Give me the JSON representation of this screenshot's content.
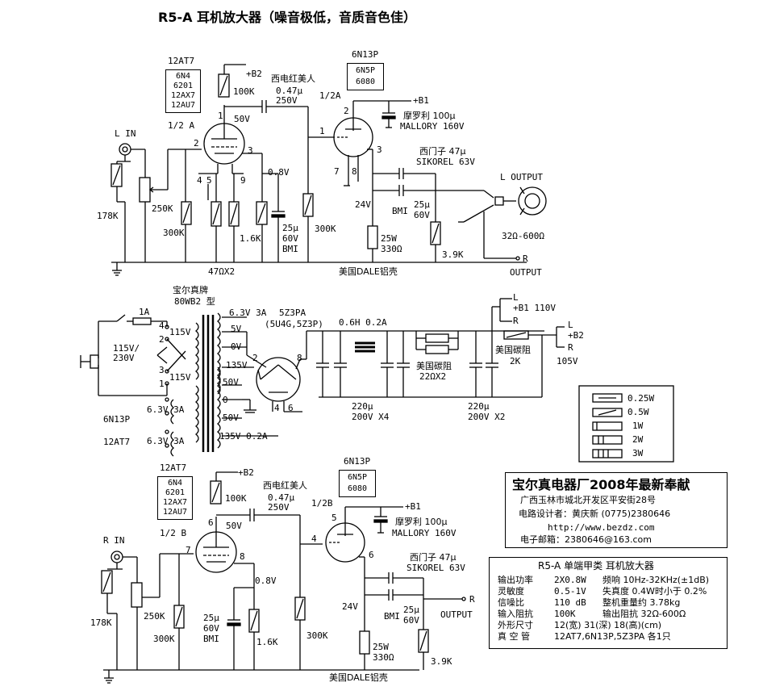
{
  "title": "R5-A 耳机放大器（噪音极低，音质音色佳）",
  "left": {
    "tube1_name": "12AT7",
    "tube1_equivalents": [
      "6N4",
      "6201",
      "12AX7",
      "12AU7"
    ],
    "tube1_half": "1/2 A",
    "tube2_name": "6N13P",
    "tube2_equivalents": [
      "6N5P",
      "6080"
    ],
    "tube2_half": "1/2A",
    "input": "L IN",
    "b2": "+B2",
    "b1": "+B1",
    "r_plate": "100K",
    "cap_coupling_brand": "西电红美人",
    "cap_coupling_value": "0.47μ",
    "cap_coupling_voltage": "250V",
    "v_plate": "50V",
    "v_cathode": "0.8V",
    "v_output_cathode": "24V",
    "cap_b1_brand": "摩罗利 100μ",
    "cap_b1_spec": "MALLORY 160V",
    "cap_out_brand": "西门子  47μ",
    "cap_out_spec": "SIKOREL 63V",
    "cap_bmi_label": "BMI",
    "cap_bmi_value": "25μ",
    "cap_bmi_voltage": "60V",
    "cap_k_value": "25μ",
    "cap_k_voltage": "60V",
    "cap_k_label": "BMI",
    "r_input": "178K",
    "pot": "250K",
    "r_grid": "300K",
    "r_k1": "1.6K",
    "r_g2": "300K",
    "r_k2_power": "25W",
    "r_k2": "330Ω",
    "r_load": "3.9K",
    "filament_res": "47ΩX2",
    "chassis": "美国DALE铝壳",
    "output": "L  OUTPUT",
    "output_r": "R",
    "output_r2": "OUTPUT",
    "impedance": "32Ω-600Ω",
    "pins": [
      "1",
      "2",
      "3",
      "4",
      "5",
      "9",
      "1",
      "2",
      "3",
      "7",
      "8"
    ]
  },
  "power": {
    "transformer_brand": "宝尔真牌",
    "transformer_model": "80WB2 型",
    "fuse": "1A",
    "mains": "115V/\n230V",
    "primary_taps": [
      "4",
      "2",
      "3",
      "1"
    ],
    "primary_volts": [
      "115V",
      "115V"
    ],
    "secondaries": [
      "6.3V 3A",
      "5V",
      "0V",
      "135V",
      "50V",
      "0",
      "50V",
      "135V   0.2A"
    ],
    "tube_rect": "5Z3PA",
    "tube_rect_eq": "(5U4G,5Z3P)",
    "rect_pins": [
      "2",
      "8",
      "4",
      "6"
    ],
    "heater1_tube": "6N13P",
    "heater1_spec": "6.3V 3A",
    "heater2_tube": "12AT7",
    "heater2_spec": "6.3V 3A",
    "choke": "0.6H 0.2A",
    "filter_res_brand": "美国碳阻",
    "filter_res": "22ΩX2",
    "caps1": "220μ",
    "caps1_v": "200V X4",
    "caps2": "220μ",
    "caps2_v": "200V X2",
    "res_b2_brand": "美国碳阻",
    "res_b2": "2K",
    "b1_out": "+B1 110V",
    "b2_out": "+B2",
    "b2_v": "105V",
    "L": "L",
    "R": "R"
  },
  "legend": [
    "0.25W",
    "0.5W",
    "1W",
    "2W",
    "3W"
  ],
  "factory": {
    "title": "宝尔真电器厂2008年最新奉献",
    "address": "广西玉林市城北开发区平安街28号",
    "designer": "电路设计者：黄庆新    (0775)2380646",
    "website": "http://www.bezdz.com",
    "email": "电子邮箱：2380646@163.com"
  },
  "specs": {
    "heading": "R5-A 单端甲类 耳机放大器",
    "rows": [
      [
        "输出功率",
        "2X0.8W",
        "频响 10Hz-32KHz(±1dB)"
      ],
      [
        "灵敏度",
        "0.5-1V",
        "失真度 0.4W时小于 0.2%"
      ],
      [
        "信噪比",
        "110 dB",
        "整机重量约  3.78kg"
      ],
      [
        "输入阻抗",
        "100K",
        "输出阻抗   32Ω-600Ω"
      ],
      [
        "外形尺寸",
        "12(宽) 31(深) 18(高)(cm)",
        ""
      ],
      [
        "真 空 管",
        "12AT7,6N13P,5Z3PA 各1只",
        ""
      ]
    ]
  },
  "right": {
    "tube1_name": "12AT7",
    "tube1_equivalents": [
      "6N4",
      "6201",
      "12AX7",
      "12AU7"
    ],
    "tube1_half": "1/2 B",
    "tube2_name": "6N13P",
    "tube2_equivalents": [
      "6N5P",
      "6080"
    ],
    "tube2_half": "1/2B",
    "input": "R  IN",
    "output": "R",
    "output_label": "OUTPUT",
    "chassis": "美国DALE铝壳"
  }
}
